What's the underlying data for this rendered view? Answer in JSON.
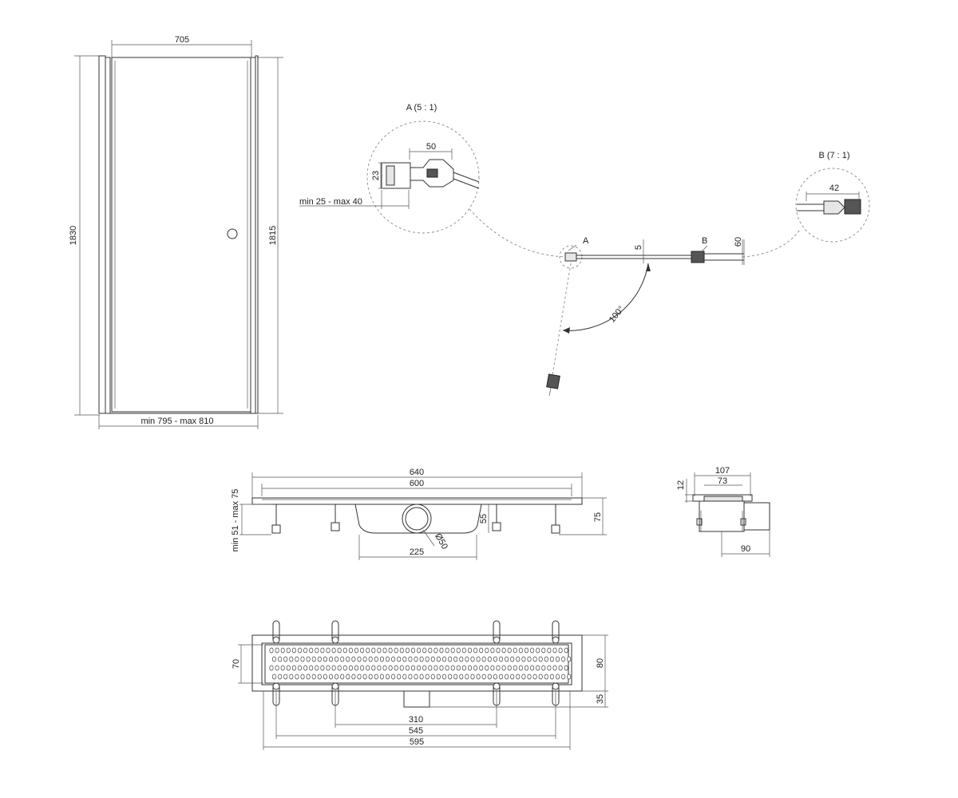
{
  "door_front": {
    "width_top": "705",
    "height_left": "1830",
    "height_right": "1815",
    "width_bottom": "min 795 - max 810"
  },
  "detail_a": {
    "title": "A (5 : 1)",
    "dim_top": "50",
    "dim_side": "23",
    "dim_range": "min 25 - max 40"
  },
  "detail_b": {
    "title": "B (7 : 1)",
    "dim_top": "42"
  },
  "plan": {
    "marker_a": "A",
    "marker_b": "B",
    "dim_5": "5",
    "dim_60": "60",
    "angle": "100°"
  },
  "drain_side": {
    "dim_640": "640",
    "dim_600": "600",
    "height_range": "min 51 - max 75",
    "dim_55": "55",
    "dim_75": "75",
    "outlet_dia": "Ø50",
    "dim_225": "225"
  },
  "drain_section": {
    "dim_107": "107",
    "dim_73": "73",
    "dim_12": "12",
    "dim_90": "90"
  },
  "drain_top": {
    "dim_70": "70",
    "dim_80": "80",
    "dim_35": "35",
    "dim_310": "310",
    "dim_545": "545",
    "dim_595": "595"
  }
}
